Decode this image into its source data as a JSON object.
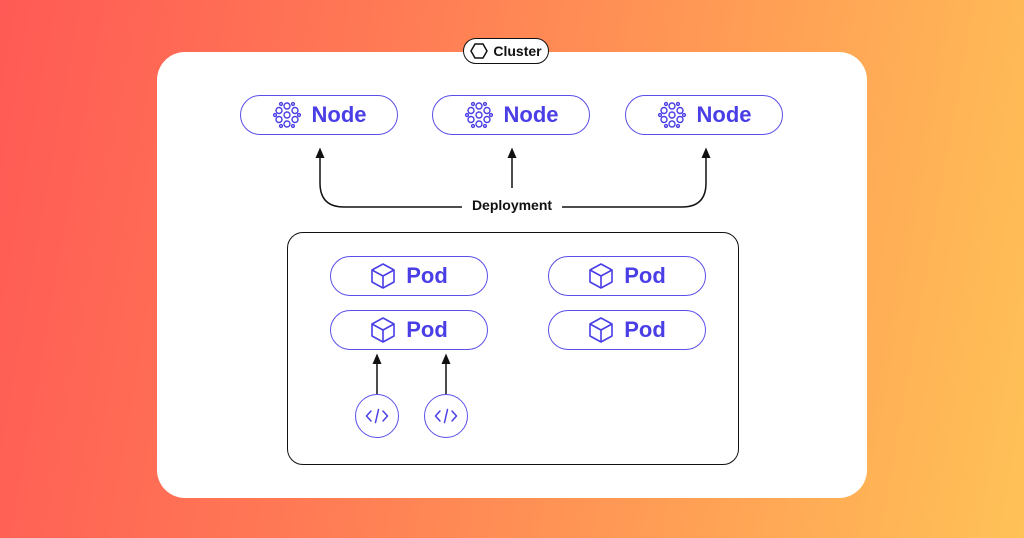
{
  "cluster": {
    "label": "Cluster",
    "icon": "hexagon-icon"
  },
  "nodes": [
    {
      "label": "Node",
      "icon": "node-network-icon"
    },
    {
      "label": "Node",
      "icon": "node-network-icon"
    },
    {
      "label": "Node",
      "icon": "node-network-icon"
    }
  ],
  "deployment": {
    "label": "Deployment"
  },
  "pods": [
    {
      "label": "Pod",
      "icon": "cube-icon"
    },
    {
      "label": "Pod",
      "icon": "cube-icon"
    },
    {
      "label": "Pod",
      "icon": "cube-icon"
    },
    {
      "label": "Pod",
      "icon": "cube-icon"
    }
  ],
  "containers": [
    {
      "icon": "code-icon"
    },
    {
      "icon": "code-icon"
    }
  ],
  "colors": {
    "accent": "#4a3ee6",
    "outline": "#111111",
    "background_start": "#ff5a55",
    "background_end": "#ffc257"
  }
}
